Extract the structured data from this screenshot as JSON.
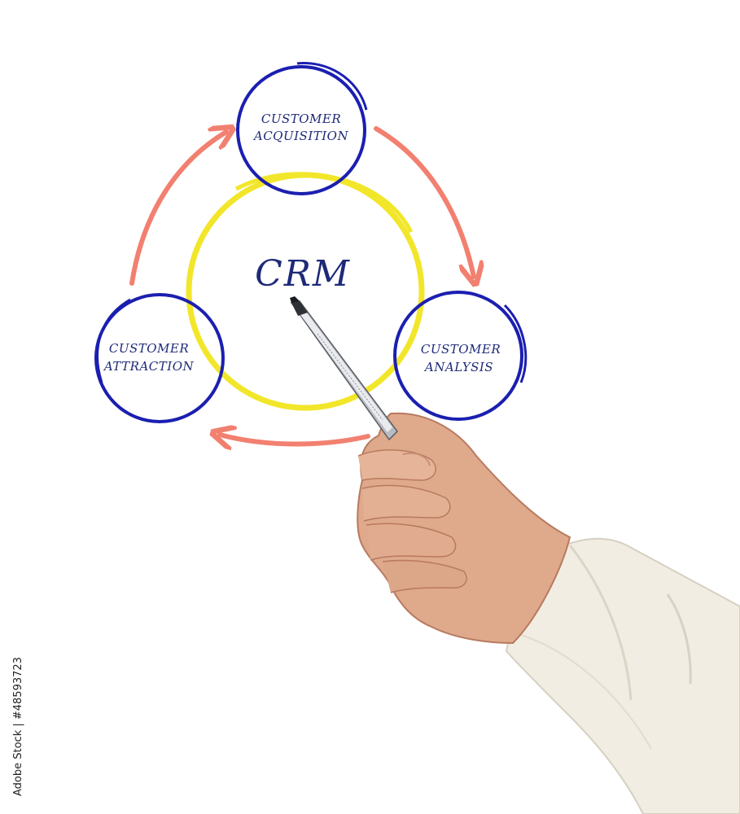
{
  "diagram": {
    "center": "CRM",
    "nodes": [
      {
        "id": "acquisition",
        "lines": [
          "CUSTOMER",
          "ACQUISITION"
        ]
      },
      {
        "id": "analysis",
        "lines": [
          "CUSTOMER",
          "ANALYSIS"
        ]
      },
      {
        "id": "attraction",
        "lines": [
          "CUSTOMER",
          "ATTRACTION"
        ]
      }
    ],
    "flow": [
      "attraction -> acquisition",
      "acquisition -> analysis",
      "analysis -> attraction"
    ],
    "colors": {
      "node_ring": "#1b1fb0",
      "center_ring": "#f2e62a",
      "arrow": "#f28070",
      "text": "#1e2a78"
    }
  },
  "stock_id": "Adobe Stock | #48593723"
}
